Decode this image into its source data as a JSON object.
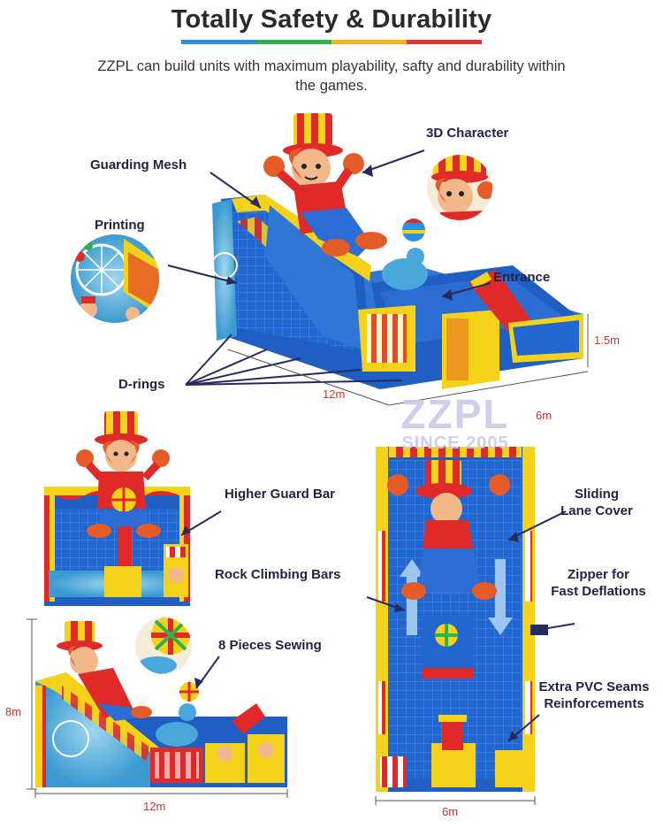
{
  "header": {
    "title": "Totally Safety & Durability",
    "subtitle": "ZZPL can build units with maximum playability, safty and durability within the games.",
    "rainbow_colors": [
      "#2b8fe0",
      "#2fb24c",
      "#f2b51d",
      "#d93636"
    ]
  },
  "watermark": {
    "brand": "ZZPL",
    "since": "SINCE 2005"
  },
  "callouts": {
    "guarding_mesh": "Guarding Mesh",
    "printing": "Printing",
    "character_3d": "3D Character",
    "entrance": "Entrance",
    "d_rings": "D-rings",
    "higher_guard_bar": "Higher Guard Bar",
    "rock_climbing_bars": "Rock Climbing Bars",
    "pieces_sewing": "8 Pieces Sewing",
    "sliding_lane_cover_l1": "Sliding",
    "sliding_lane_cover_l2": "Lane Cover",
    "zipper_l1": "Zipper for",
    "zipper_l2": "Fast Deflations",
    "pvc_seams_l1": "Extra PVC Seams",
    "pvc_seams_l2": "Reinforcements"
  },
  "dimensions": {
    "top_height": "1.5m",
    "top_length": "12m",
    "top_width": "6m",
    "side_height": "8m",
    "side_length": "12m",
    "front_width": "6m"
  },
  "colors": {
    "blue": "#1f5fc4",
    "yellow": "#f5d21a",
    "red": "#e02a2a",
    "callout_line": "#262a5e",
    "dim_color": "#c0392b"
  }
}
